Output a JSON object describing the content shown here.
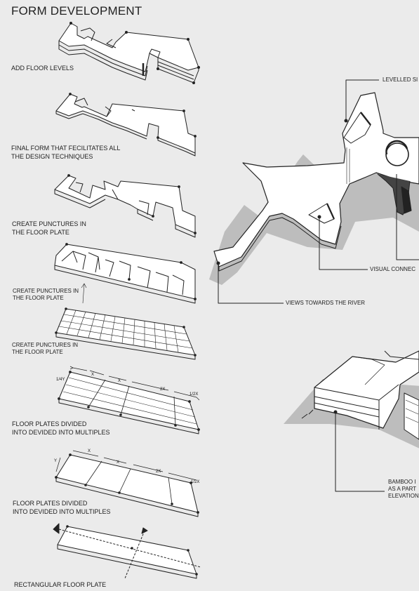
{
  "title": "FORM DEVELOPMENT",
  "steps": [
    {
      "label": "ADD FLOOR LEVELS"
    },
    {
      "label": "FINAL FORM THAT FECILITATES ALL\nTHE DESIGN TECHNIQUES"
    },
    {
      "label": "CREATE PUNCTURES IN\nTHE FLOOR PLATE"
    },
    {
      "label": "CREATE PUNCTURES IN\nTHE FLOOR PLATE"
    },
    {
      "label": "CREATE PUNCTURES IN\nTHE FLOOR PLATE"
    },
    {
      "label": "FLOOR PLATES DIVIDED\nINTO DEVIDED INTO MULTIPLES"
    },
    {
      "label": "FLOOR PLATES DIVIDED\nINTO DEVIDED INTO MULTIPLES"
    },
    {
      "label": "RECTANGULAR FLOOR PLATE"
    }
  ],
  "dimensions": {
    "upper": [
      "1/4Y",
      "X",
      "X",
      "2X",
      "1/2X"
    ],
    "lower": [
      "Y",
      "X",
      "X",
      "2X",
      "1/2X"
    ]
  },
  "annotations": {
    "levelled": "LEVELLED SI",
    "visual": "VISUAL CONNEC",
    "river": "VIEWS TOWARDS THE RIVER",
    "bamboo": "BAMBOO I\nAS A PART\nELEVATION"
  }
}
